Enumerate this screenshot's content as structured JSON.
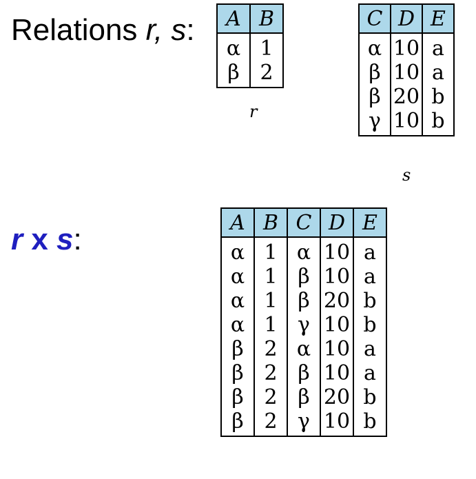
{
  "labels": {
    "relations_prefix": "Relations ",
    "relations_vars": "r, s",
    "relations_colon": ":",
    "product_r": "r",
    "product_x": " x ",
    "product_s": "s",
    "product_colon": ":"
  },
  "table_r": {
    "caption": "r",
    "columns": [
      "A",
      "B"
    ],
    "rows": [
      [
        "α",
        "1"
      ],
      [
        "β",
        "2"
      ]
    ]
  },
  "table_s": {
    "caption": "s",
    "columns": [
      "C",
      "D",
      "E"
    ],
    "rows": [
      [
        "α",
        "10",
        "a"
      ],
      [
        "β",
        "10",
        "a"
      ],
      [
        "β",
        "20",
        "b"
      ],
      [
        "γ",
        "10",
        "b"
      ]
    ]
  },
  "table_rxs": {
    "columns": [
      "A",
      "B",
      "C",
      "D",
      "E"
    ],
    "rows": [
      [
        "α",
        "1",
        "α",
        "10",
        "a"
      ],
      [
        "α",
        "1",
        "β",
        "10",
        "a"
      ],
      [
        "α",
        "1",
        "β",
        "20",
        "b"
      ],
      [
        "α",
        "1",
        "γ",
        "10",
        "b"
      ],
      [
        "β",
        "2",
        "α",
        "10",
        "a"
      ],
      [
        "β",
        "2",
        "β",
        "10",
        "a"
      ],
      [
        "β",
        "2",
        "β",
        "20",
        "b"
      ],
      [
        "β",
        "2",
        "γ",
        "10",
        "b"
      ]
    ]
  },
  "colors": {
    "header_fill": "#add8ea",
    "product_label": "#1f1fbf"
  }
}
